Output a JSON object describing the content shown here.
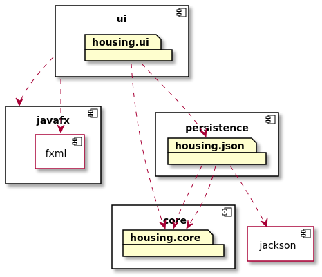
{
  "diagram": {
    "type": "component",
    "colors": {
      "arrow": "#a80036",
      "package_fill": "#fefece",
      "box_border": "#000000",
      "leaf_border": "#a80036"
    },
    "components": {
      "ui": {
        "title": "ui",
        "package": "housing.ui"
      },
      "javafx": {
        "title": "javafx",
        "leaf": "fxml"
      },
      "persistence": {
        "title": "persistence",
        "package": "housing.json"
      },
      "core": {
        "title": "core",
        "package": "housing.core"
      },
      "jackson": {
        "title": "jackson"
      }
    },
    "dependencies": [
      {
        "from": "ui",
        "to": "javafx"
      },
      {
        "from": "ui",
        "to": "fxml"
      },
      {
        "from": "housing.ui",
        "to": "housing.core"
      },
      {
        "from": "housing.ui",
        "to": "housing.json"
      },
      {
        "from": "housing.json",
        "to": "housing.core"
      },
      {
        "from": "housing.json",
        "to": "housing.core"
      },
      {
        "from": "housing.json",
        "to": "jackson"
      }
    ]
  }
}
